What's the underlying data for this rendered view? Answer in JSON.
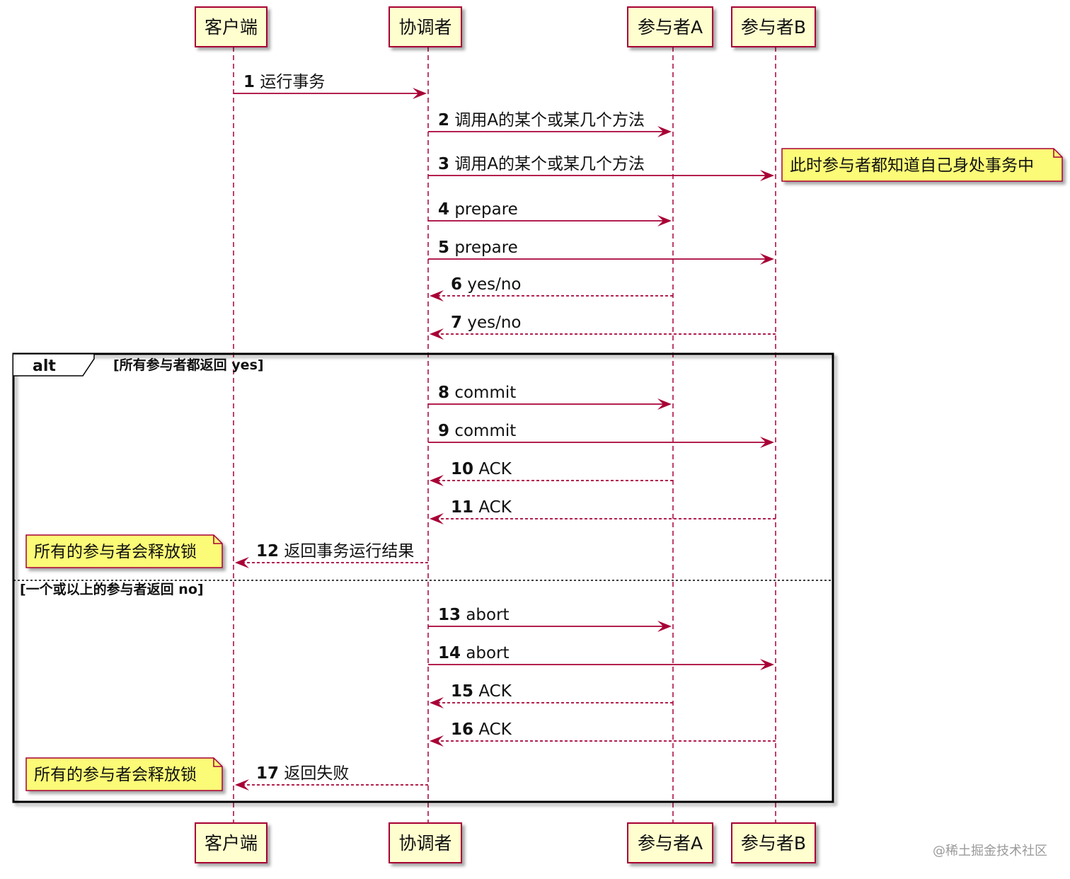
{
  "colors": {
    "arrow": "#a80036",
    "participant_fill": "#fefece",
    "participant_border": "#a80036",
    "note_fill": "#fbfb77",
    "frame_border": "#000000"
  },
  "participants": [
    {
      "id": "client",
      "label": "客户端"
    },
    {
      "id": "coord",
      "label": "协调者"
    },
    {
      "id": "a",
      "label": "参与者A"
    },
    {
      "id": "b",
      "label": "参与者B"
    }
  ],
  "messages": [
    {
      "num": "1",
      "text": "运行事务",
      "from": "client",
      "to": "coord",
      "style": "solid"
    },
    {
      "num": "2",
      "text": "调用A的某个或某几个方法",
      "from": "coord",
      "to": "a",
      "style": "solid"
    },
    {
      "num": "3",
      "text": "调用A的某个或某几个方法",
      "from": "coord",
      "to": "b",
      "style": "solid"
    },
    {
      "num": "4",
      "text": "prepare",
      "from": "coord",
      "to": "a",
      "style": "solid"
    },
    {
      "num": "5",
      "text": "prepare",
      "from": "coord",
      "to": "b",
      "style": "solid"
    },
    {
      "num": "6",
      "text": "yes/no",
      "from": "a",
      "to": "coord",
      "style": "dashed"
    },
    {
      "num": "7",
      "text": "yes/no",
      "from": "b",
      "to": "coord",
      "style": "dashed"
    },
    {
      "num": "8",
      "text": "commit",
      "from": "coord",
      "to": "a",
      "style": "solid"
    },
    {
      "num": "9",
      "text": "commit",
      "from": "coord",
      "to": "b",
      "style": "solid"
    },
    {
      "num": "10",
      "text": "ACK",
      "from": "a",
      "to": "coord",
      "style": "dashed"
    },
    {
      "num": "11",
      "text": "ACK",
      "from": "b",
      "to": "coord",
      "style": "dashed"
    },
    {
      "num": "12",
      "text": "返回事务运行结果",
      "from": "coord",
      "to": "client",
      "style": "dashed"
    },
    {
      "num": "13",
      "text": "abort",
      "from": "coord",
      "to": "a",
      "style": "solid"
    },
    {
      "num": "14",
      "text": "abort",
      "from": "coord",
      "to": "b",
      "style": "solid"
    },
    {
      "num": "15",
      "text": "ACK",
      "from": "a",
      "to": "coord",
      "style": "dashed"
    },
    {
      "num": "16",
      "text": "ACK",
      "from": "b",
      "to": "coord",
      "style": "dashed"
    },
    {
      "num": "17",
      "text": "返回失败",
      "from": "coord",
      "to": "client",
      "style": "dashed"
    }
  ],
  "alt_group": {
    "label": "alt",
    "condition_1": "[所有参与者都返回 yes]",
    "condition_2": "[一个或以上的参与者返回 no]"
  },
  "notes": [
    {
      "text": "此时参与者都知道自己身处事务中",
      "after_message": "3"
    },
    {
      "text": "所有的参与者会释放锁",
      "after_message": "12"
    },
    {
      "text": "所有的参与者会释放锁",
      "after_message": "17"
    }
  ],
  "watermark": "@稀土掘金技术社区"
}
